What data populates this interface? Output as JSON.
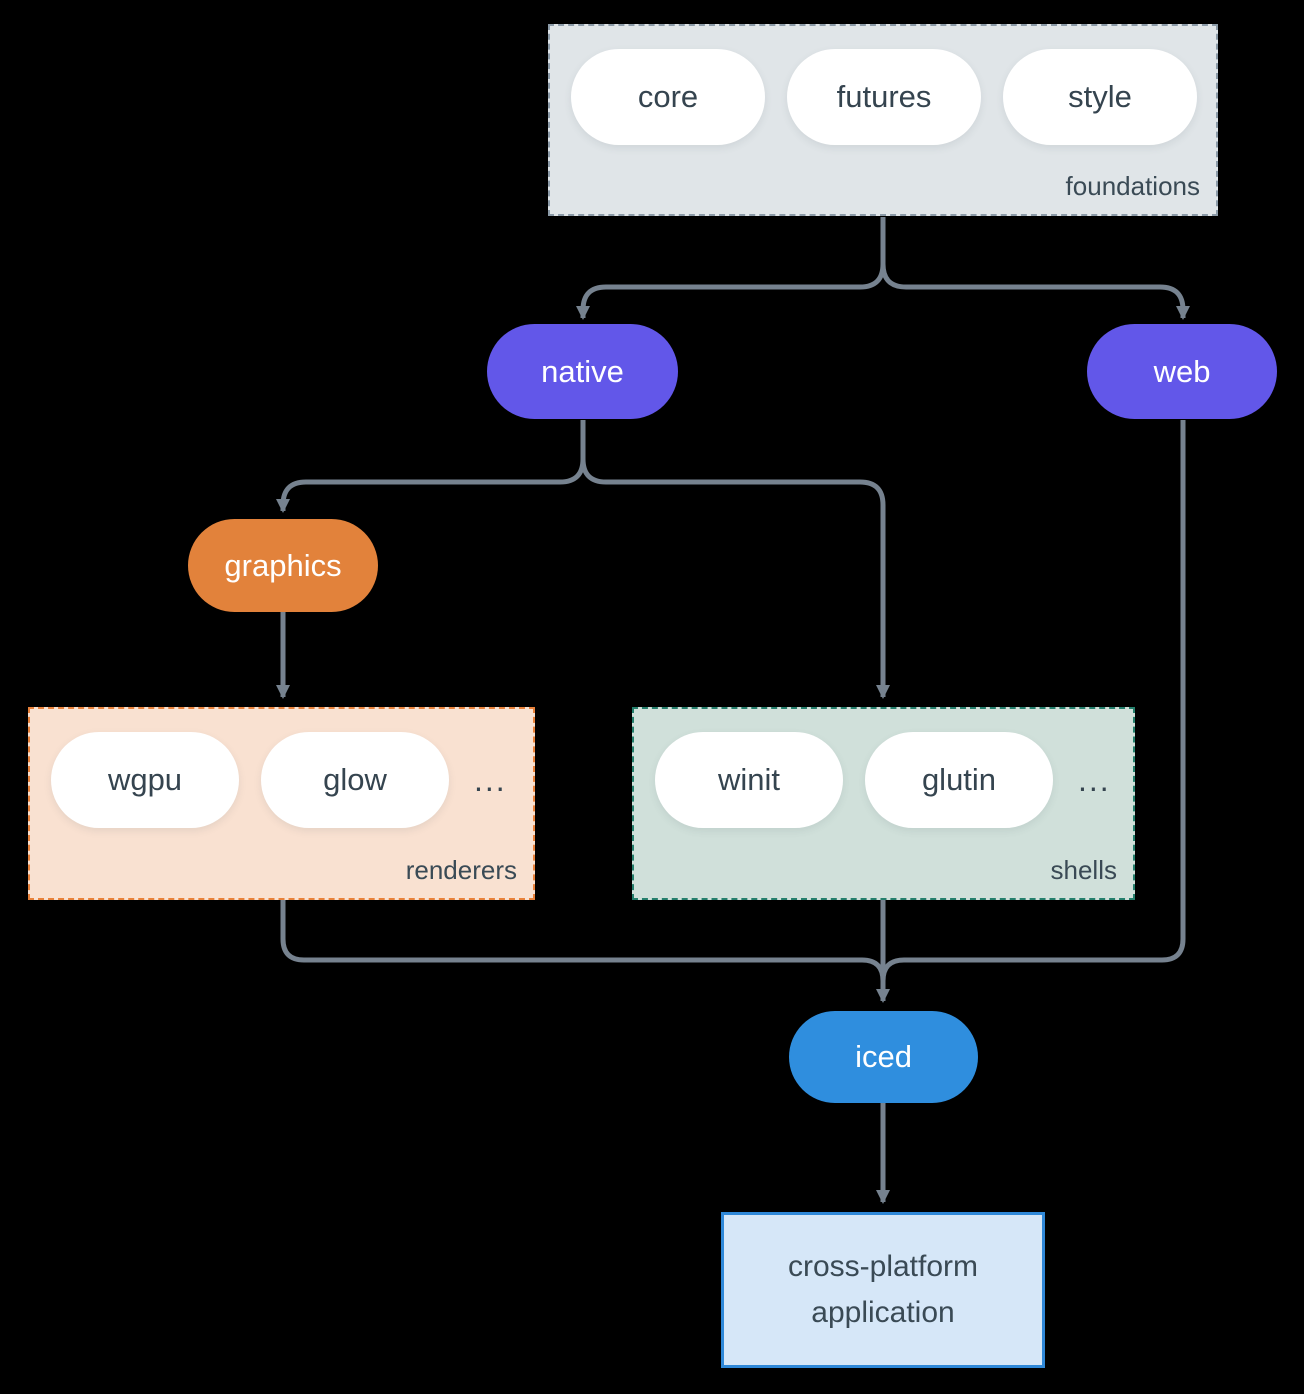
{
  "groups": {
    "foundations": {
      "label": "foundations",
      "items": [
        "core",
        "futures",
        "style"
      ]
    },
    "renderers": {
      "label": "renderers",
      "items": [
        "wgpu",
        "glow"
      ],
      "ellipsis": "..."
    },
    "shells": {
      "label": "shells",
      "items": [
        "winit",
        "glutin"
      ],
      "ellipsis": "..."
    }
  },
  "nodes": {
    "native": "native",
    "web": "web",
    "graphics": "graphics",
    "iced": "iced",
    "application": {
      "line1": "cross-platform",
      "line2": "application"
    }
  },
  "colors": {
    "background": "#000000",
    "arrow": "#76828F",
    "purple": "#6257E9",
    "orange": "#E2823B",
    "blue": "#2F8EDE",
    "foundations_fill": "#E0E5E8",
    "foundations_border": "#8C9BA8",
    "renderers_fill": "#F9E1D1",
    "renderers_border": "#E8813A",
    "shells_fill": "#D0E0DA",
    "shells_border": "#257F6C",
    "app_fill": "#D6E7F8",
    "app_border": "#2F88D8",
    "text_dark": "#35444F",
    "label_dark": "#3A4A55",
    "text_light": "#FFFFFF"
  }
}
